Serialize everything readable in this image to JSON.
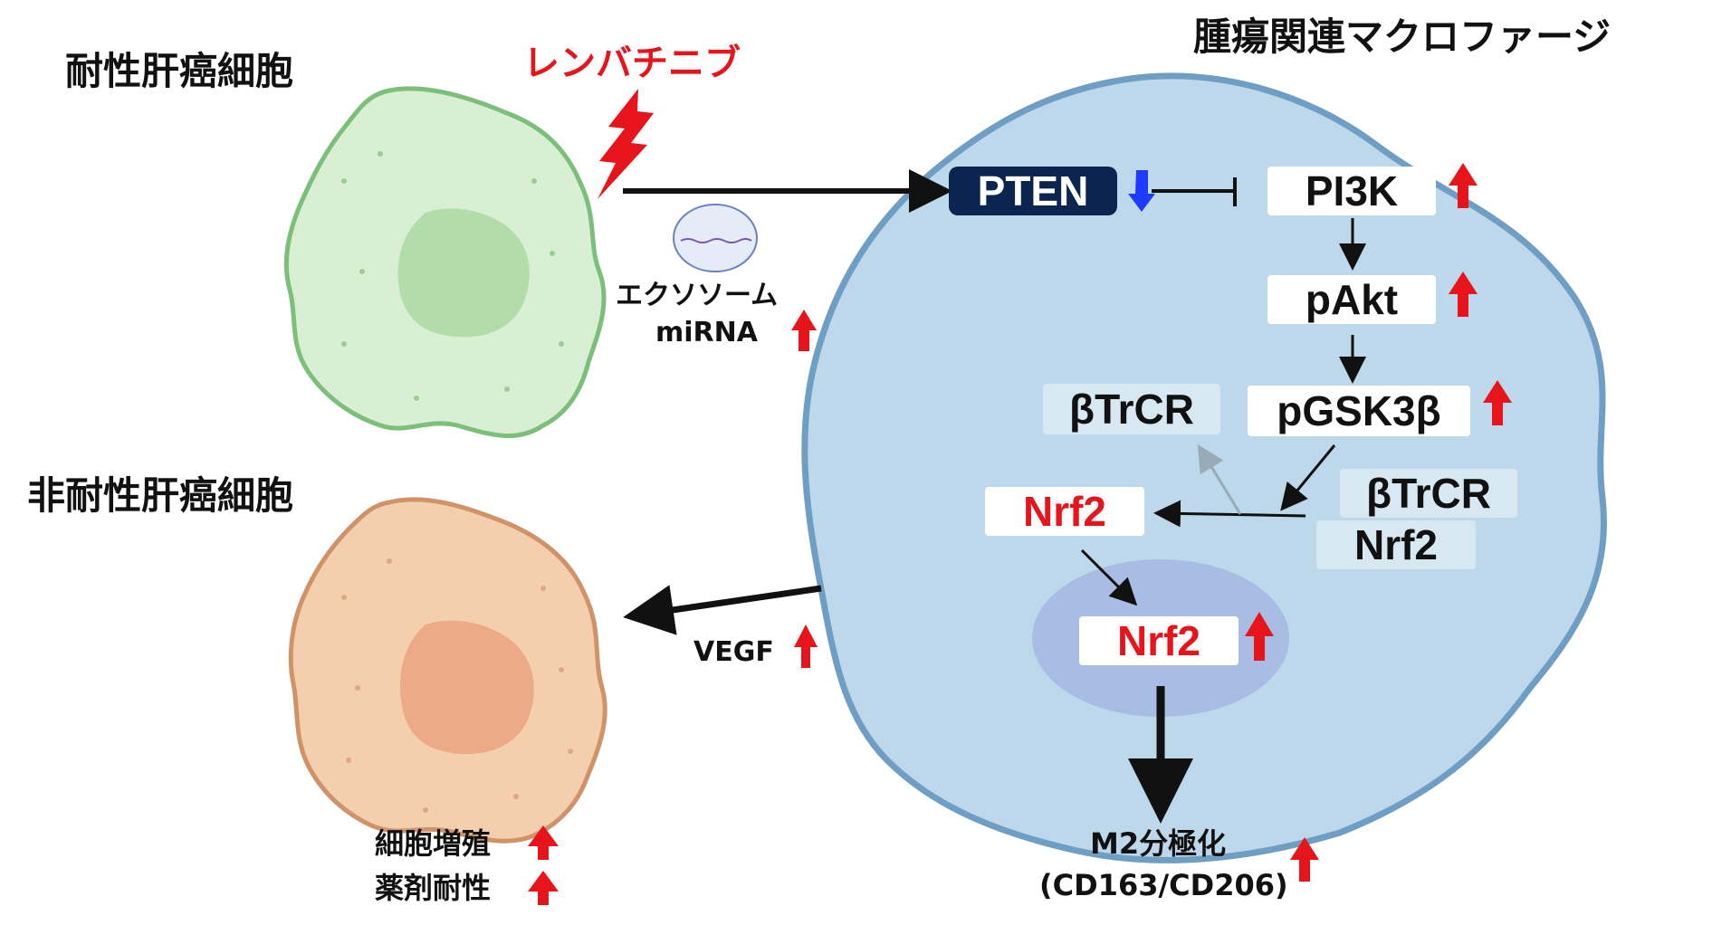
{
  "labels": {
    "resistant_cell": "耐性肝癌細胞",
    "nonresistant_cell": "非耐性肝癌細胞",
    "tam": "腫瘍関連マクロファージ",
    "drug": "レンバチニブ",
    "exosome": "エクソソーム",
    "mirna": "miRNA",
    "vegf": "VEGF",
    "effect_proliferation": "細胞増殖",
    "effect_resistance": "薬剤耐性",
    "m2_line1": "M2分極化",
    "m2_line2": "(CD163/CD206)"
  },
  "nodes": {
    "pten": "PTEN",
    "pi3k": "PI3K",
    "pakt": "pAkt",
    "pgsk3b": "pGSK3β",
    "btrcr_released": "βTrCR",
    "btrcr_complex": "βTrCR",
    "nrf2_complex": "Nrf2",
    "nrf2_free": "Nrf2",
    "nrf2_nuclear": "Nrf2"
  },
  "colors": {
    "up_arrow": "#e8141c",
    "down_arrow": "#1e3cff",
    "macrophage_fill": "#bcd8ea",
    "macrophage_stroke": "#6f9ec4",
    "nucleus_fill": "#a8bce4",
    "resistant_cell_fill": "#d8efd4",
    "nonresistant_cell_fill": "#f4cfae",
    "pten_box": "#0c2550"
  },
  "icons": [
    "lightning-icon",
    "exosome-icon",
    "up-arrow-icon",
    "down-arrow-icon"
  ]
}
